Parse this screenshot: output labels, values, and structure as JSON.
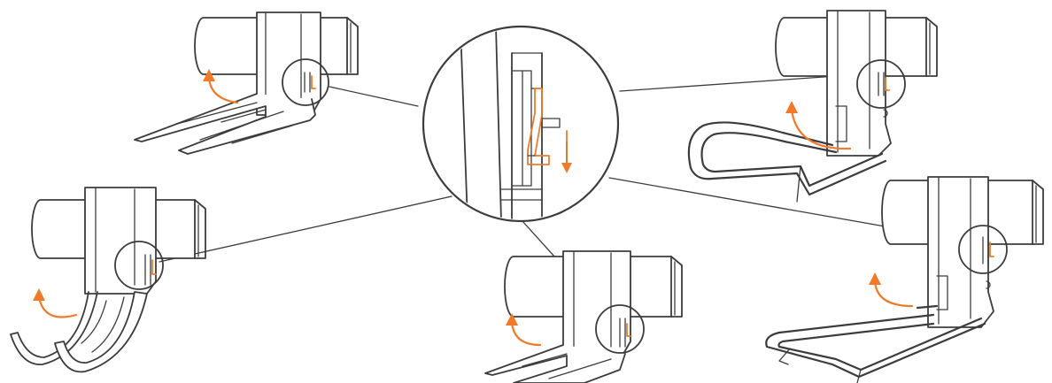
{
  "diagram": {
    "type": "assembly-illustration",
    "colors": {
      "line": "#3c3c3c",
      "accent": "#f07a2a",
      "background": "#ffffff"
    },
    "central_detail": {
      "icon": "latch-detail-magnified",
      "motion": "slide-down-arrow"
    },
    "variants": [
      {
        "id": "flat-tray-hook",
        "icon": "flat-tray-hook",
        "motion": "rotate-up-arrow"
      },
      {
        "id": "j-hook",
        "icon": "j-hook",
        "motion": "rotate-up-arrow"
      },
      {
        "id": "small-tray-hook",
        "icon": "small-tray-hook",
        "motion": "rotate-up-arrow"
      },
      {
        "id": "loop-hook",
        "icon": "wire-loop-hook",
        "motion": "rotate-up-arrow"
      },
      {
        "id": "bar-hook",
        "icon": "wire-bar-hook",
        "motion": "rotate-up-arrow"
      }
    ]
  }
}
